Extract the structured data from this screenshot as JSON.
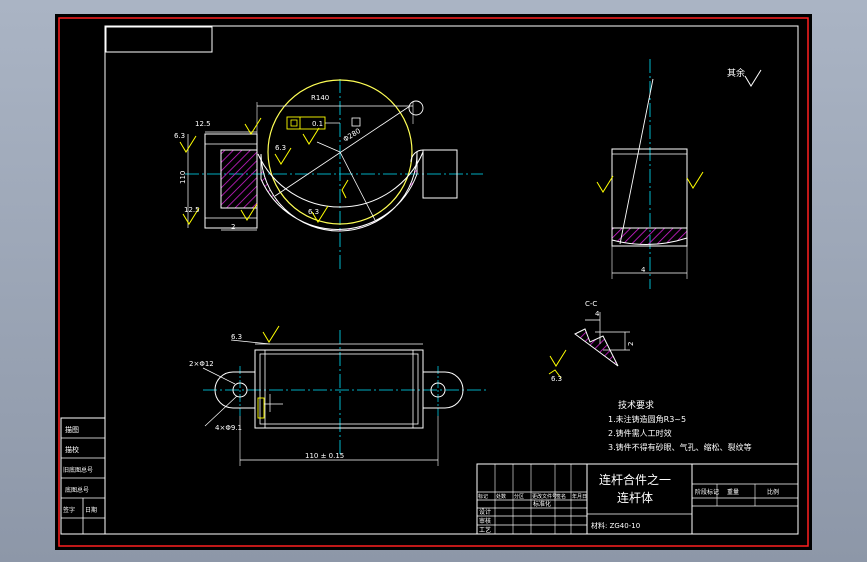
{
  "colors": {
    "sheet_background": "#000000",
    "outer_border": "#ff2020",
    "frame": "#ffffff",
    "centerline": "#00e5ff",
    "hatch": "#d020d0",
    "dimension": "#ffffff",
    "highlight_arc": "#ffff55",
    "weld_marks": "#ffff00"
  },
  "roughness_note": "其余",
  "dimensions": {
    "d1": "R140",
    "d2": "Φ280",
    "d3": "12.5",
    "d4": "6.3",
    "d5": "6.3",
    "d6": "12.5",
    "d7": "6.3",
    "d8": "0.1",
    "d9": "110",
    "d10": "2",
    "d11": "4",
    "d12": "110 ± 0.15",
    "d13": "2×Φ12",
    "d14": "4×Φ9.1",
    "d15": "6.3",
    "d16": "4",
    "d17": "2",
    "d18": "6.3"
  },
  "section_label": "C-C",
  "tech_requirements": {
    "heading": "技术要求",
    "items": [
      "1.未注铸造圆角R3~5",
      "2.铸件需人工时效",
      "3.铸件不得有砂眼、气孔、缩松、裂纹等"
    ]
  },
  "title_block": {
    "title_line1": "连杆合件之一",
    "title_line2": "连杆体",
    "material": "材料: ZG40-10",
    "header_cols": [
      "标记",
      "处数",
      "分区",
      "更改文件号",
      "签名",
      "年月日"
    ],
    "role_rows": [
      "设计",
      "审核",
      "工艺"
    ],
    "standard": "标准化",
    "stage_header": [
      "阶段标记",
      "重量",
      "比例"
    ]
  },
  "left_strip": [
    "描图",
    "描校",
    "旧底图总号",
    "底图总号",
    "签字",
    "日期"
  ]
}
